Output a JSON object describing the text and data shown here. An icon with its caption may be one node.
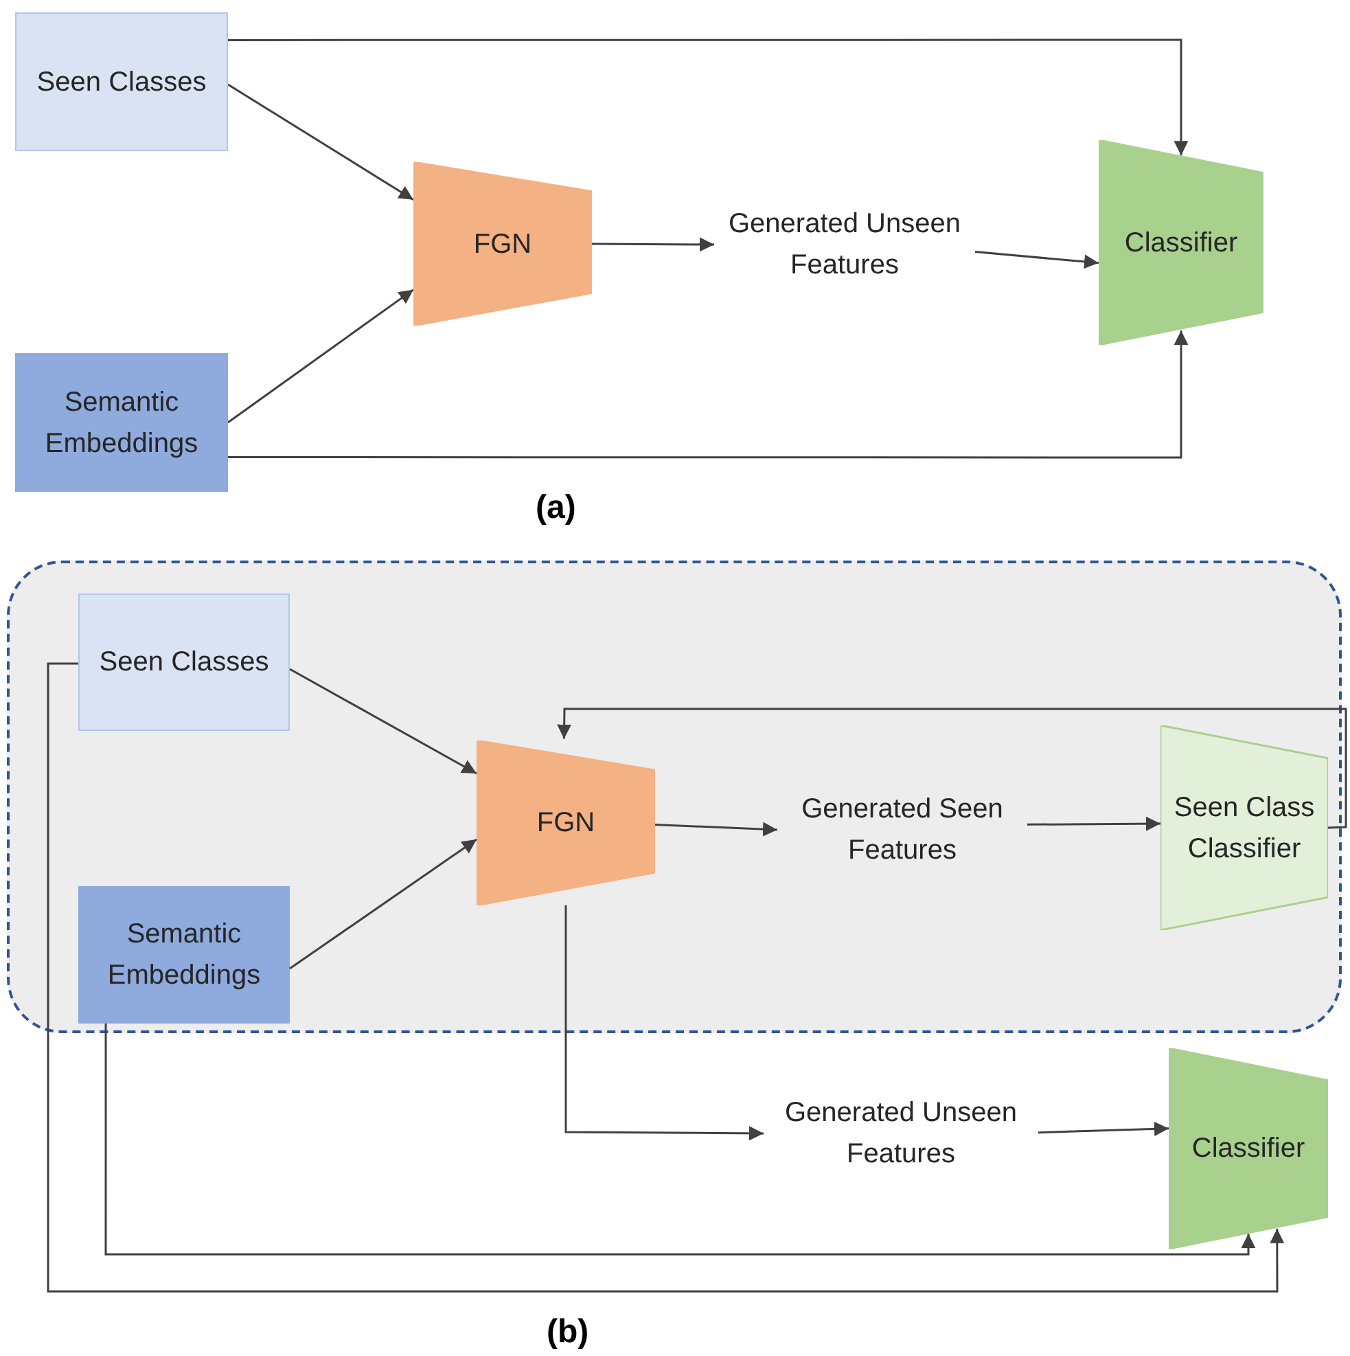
{
  "diagram": {
    "nodes": [
      {
        "text": [
          "Seen Classes"
        ]
      },
      {
        "text": [
          "Semantic Embeddings"
        ]
      },
      {
        "text": [
          "FGN"
        ]
      },
      {
        "text": [
          "Generated Unseen Features"
        ]
      },
      {
        "text": [
          "Classifier"
        ]
      },
      {
        "text": [],
        "shape": "box"
      },
      {
        "text": [
          "Seen Classes"
        ],
        "in": 5
      },
      {
        "text": [
          "Semantic Embeddings"
        ],
        "in": 5
      },
      {
        "text": [
          "FGN"
        ],
        "in": 5
      },
      {
        "text": [
          "Generated Seen Features"
        ],
        "in": 5
      },
      {
        "text": [
          "Seen Class Classifier"
        ],
        "in": 5
      },
      {
        "text": [
          "Generated Unseen Features"
        ]
      },
      {
        "text": [
          "Classifier"
        ]
      }
    ],
    "edges": [
      {
        "from": 0,
        "to": 4,
        "arrow": "to"
      },
      {
        "from": 0,
        "to": 2,
        "arrow": "to"
      },
      {
        "from": 1,
        "to": 2,
        "arrow": "to"
      },
      {
        "from": 1,
        "to": 4,
        "arrow": "to"
      },
      {
        "from": 2,
        "to": 3,
        "arrow": "to"
      },
      {
        "from": 3,
        "to": 4,
        "arrow": "to"
      },
      {
        "from": 6,
        "to": 8,
        "arrow": "to"
      },
      {
        "from": 7,
        "to": 8,
        "arrow": "to"
      },
      {
        "from": 8,
        "to": 9,
        "arrow": "to"
      },
      {
        "from": 9,
        "to": 10,
        "arrow": "to"
      },
      {
        "from": 10,
        "to": 8,
        "arrow": "to"
      },
      {
        "from": 8,
        "to": 11,
        "arrow": "to"
      },
      {
        "from": 11,
        "to": 12,
        "arrow": "to"
      },
      {
        "from": 7,
        "to": 12,
        "arrow": "to"
      },
      {
        "from": 6,
        "to": 12,
        "arrow": "to"
      }
    ],
    "labels": [
      "(a)",
      "(b)"
    ]
  }
}
